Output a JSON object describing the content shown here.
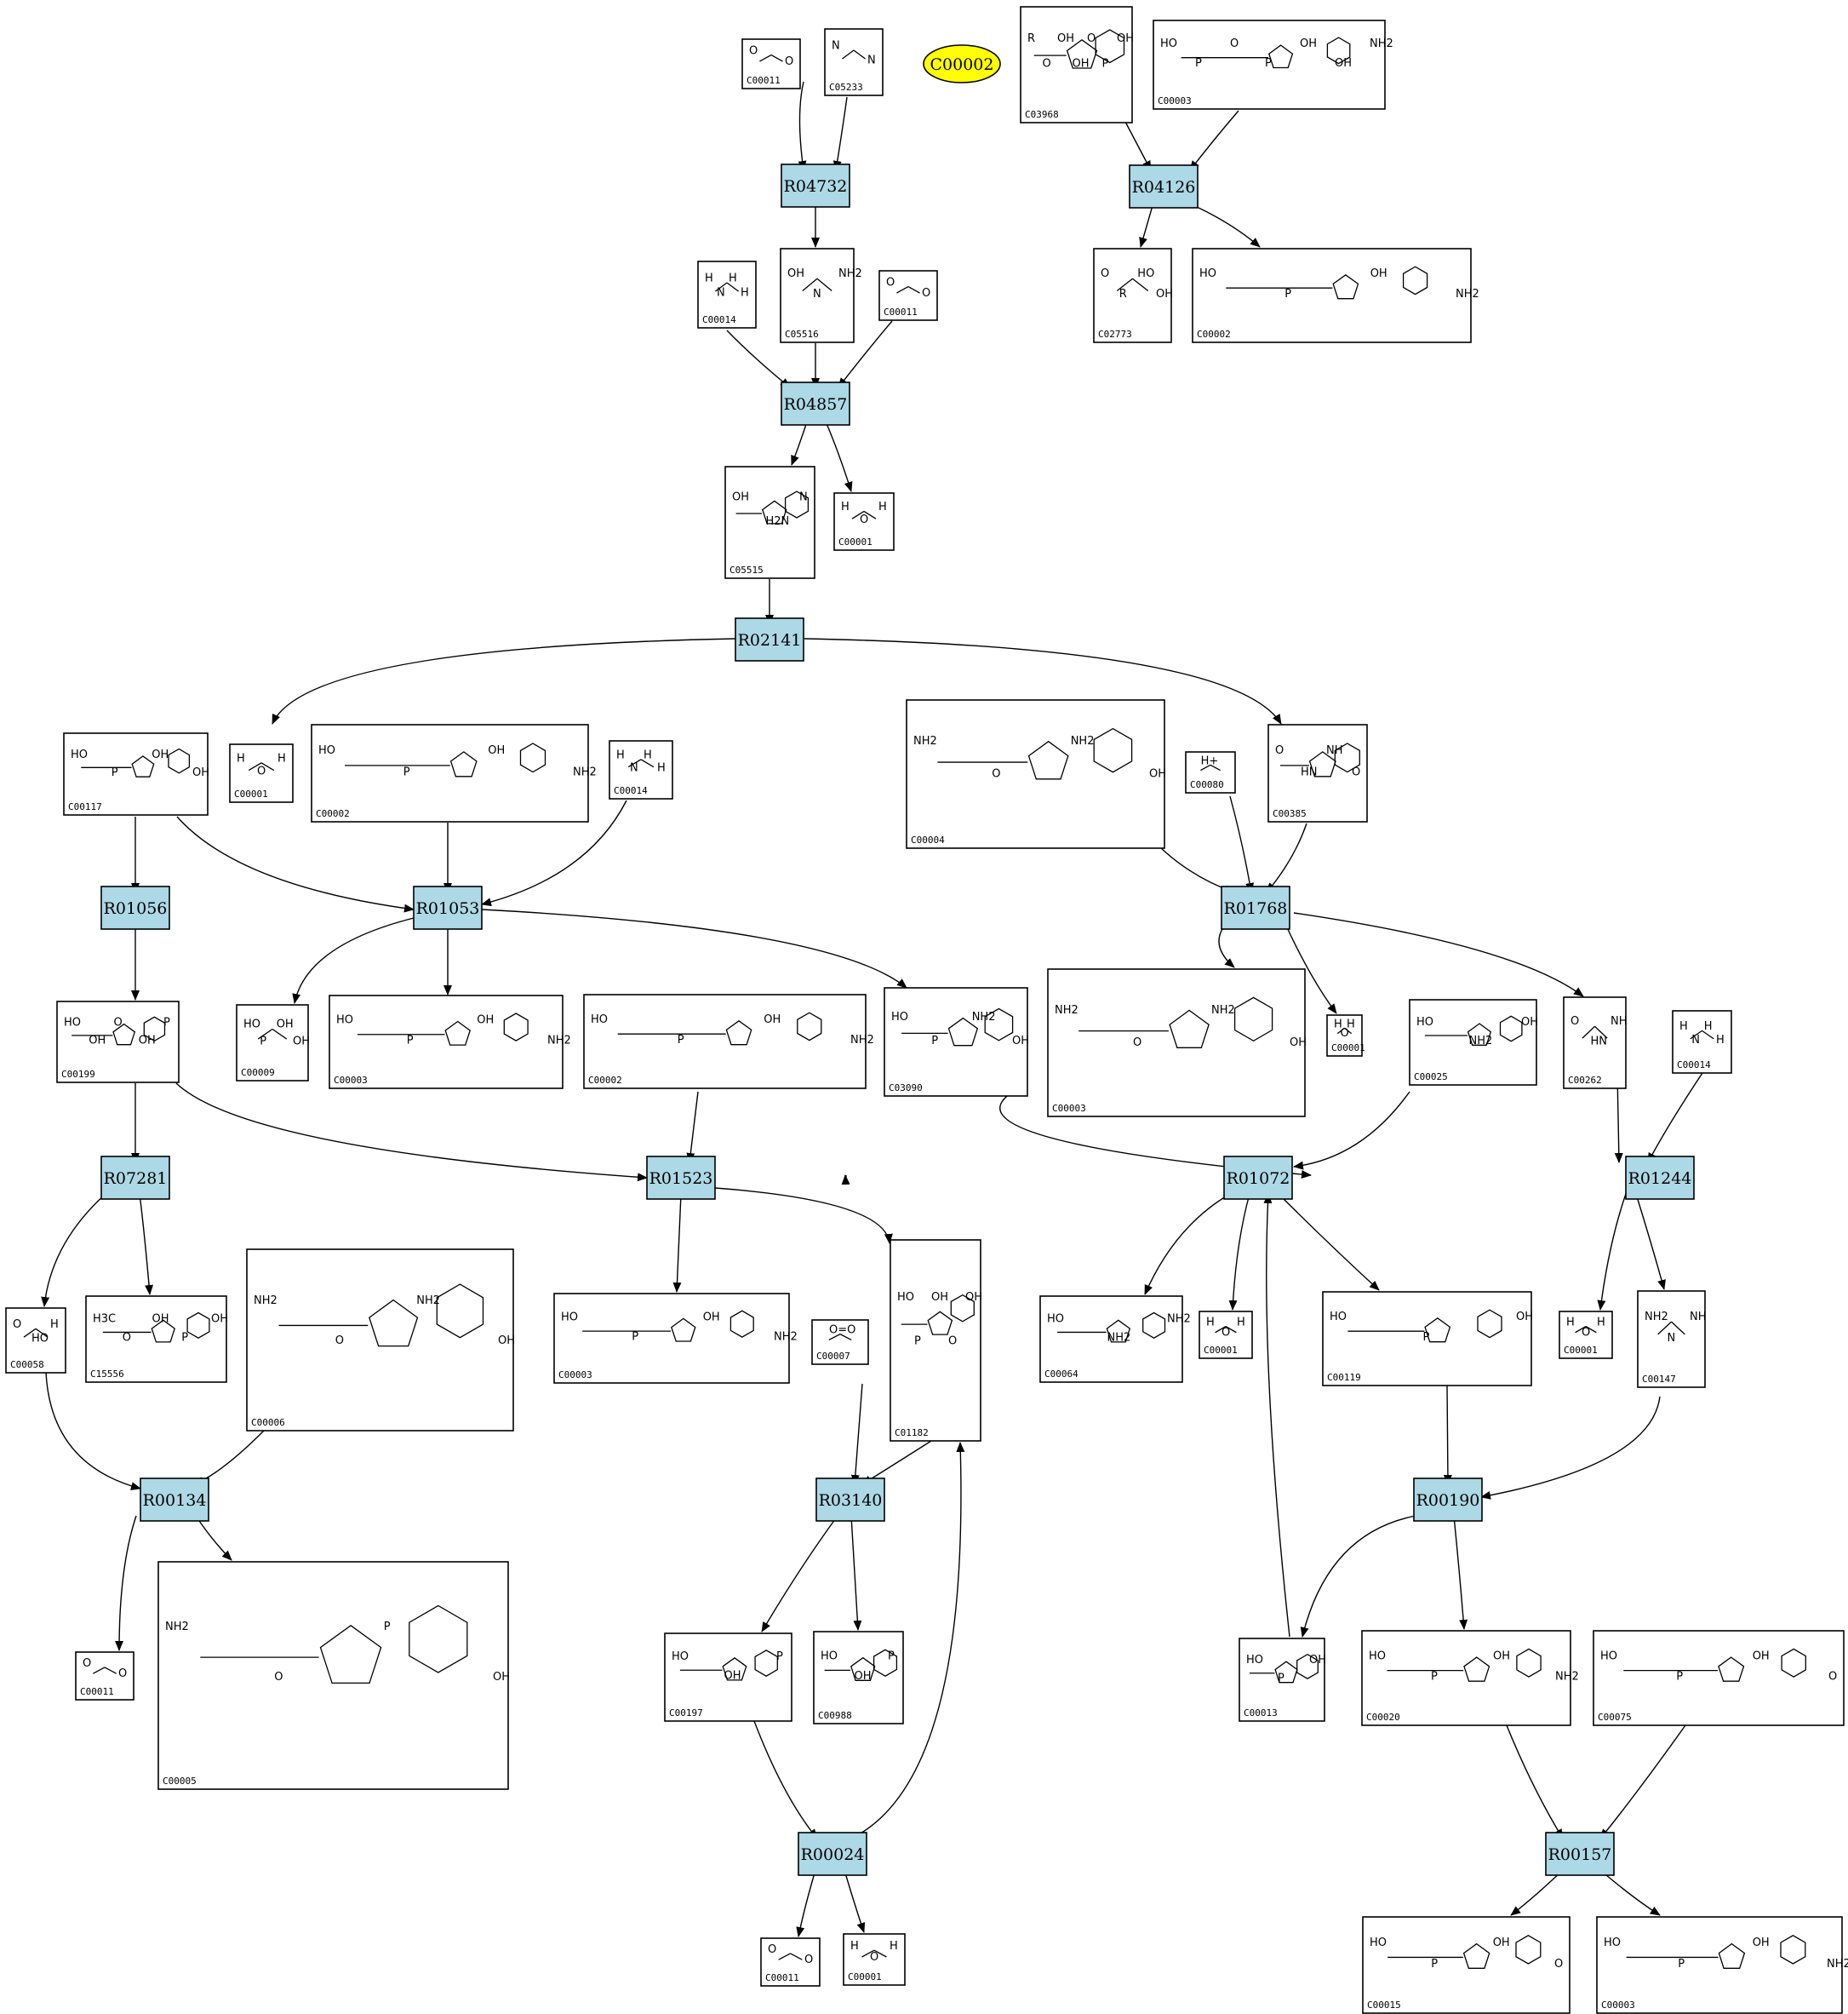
{
  "highlight": {
    "id": "C00002",
    "color": "#ffff00"
  },
  "colors": {
    "reaction_fill": "#add8e6",
    "compound_fill": "#ffffff",
    "edge": "#000000"
  },
  "reactions": [
    {
      "id": "R04732"
    },
    {
      "id": "R04126"
    },
    {
      "id": "R04857"
    },
    {
      "id": "R02141"
    },
    {
      "id": "R01056"
    },
    {
      "id": "R01053"
    },
    {
      "id": "R01768"
    },
    {
      "id": "R07281"
    },
    {
      "id": "R01523"
    },
    {
      "id": "R01072"
    },
    {
      "id": "R01244"
    },
    {
      "id": "R00134"
    },
    {
      "id": "R03140"
    },
    {
      "id": "R00190"
    },
    {
      "id": "R00024"
    },
    {
      "id": "R00157"
    }
  ],
  "compounds": [
    {
      "id": "C00011",
      "labels": [
        "O",
        "O"
      ]
    },
    {
      "id": "C05233",
      "labels": [
        "N",
        "N"
      ]
    },
    {
      "id": "C03968",
      "labels": [
        "R",
        "O",
        "OH",
        "OH",
        "O",
        "P",
        "OH"
      ]
    },
    {
      "id": "C00003",
      "labels": [
        "HO",
        "P",
        "O",
        "P",
        "OH",
        "OH",
        "NH2"
      ]
    },
    {
      "id": "C00014",
      "labels": [
        "H",
        "N",
        "H",
        "H"
      ]
    },
    {
      "id": "C05516",
      "labels": [
        "OH",
        "N",
        "NH2"
      ]
    },
    {
      "id": "C00011",
      "labels": [
        "O",
        "O"
      ]
    },
    {
      "id": "C02773",
      "labels": [
        "O",
        "R",
        "HO",
        "OH"
      ]
    },
    {
      "id": "C00002",
      "labels": [
        "HO",
        "P",
        "OH",
        "NH2"
      ]
    },
    {
      "id": "C05515",
      "labels": [
        "OH",
        "H2N",
        "N"
      ]
    },
    {
      "id": "C00001",
      "labels": [
        "H",
        "O",
        "H"
      ]
    },
    {
      "id": "C00117",
      "labels": [
        "HO",
        "P",
        "OH",
        "OH"
      ]
    },
    {
      "id": "C00001",
      "labels": [
        "H",
        "O",
        "H"
      ]
    },
    {
      "id": "C00002",
      "labels": [
        "HO",
        "P",
        "OH",
        "NH2"
      ]
    },
    {
      "id": "C00014",
      "labels": [
        "H",
        "N",
        "H",
        "H"
      ]
    },
    {
      "id": "C00004",
      "labels": [
        "NH2",
        "O",
        "NH2",
        "OH"
      ]
    },
    {
      "id": "C00080",
      "labels": [
        "H+"
      ]
    },
    {
      "id": "C00385",
      "labels": [
        "O",
        "HN",
        "NH",
        "O"
      ]
    },
    {
      "id": "C00199",
      "labels": [
        "HO",
        "OH",
        "O",
        "OH",
        "P"
      ]
    },
    {
      "id": "C00009",
      "labels": [
        "HO",
        "P",
        "OH",
        "OH"
      ]
    },
    {
      "id": "C00003",
      "labels": [
        "HO",
        "P",
        "OH",
        "NH2"
      ]
    },
    {
      "id": "C00002",
      "labels": [
        "HO",
        "P",
        "OH",
        "NH2"
      ]
    },
    {
      "id": "C03090",
      "labels": [
        "HO",
        "P",
        "NH2",
        "OH"
      ]
    },
    {
      "id": "C00003",
      "labels": [
        "NH2",
        "O",
        "NH2",
        "OH"
      ]
    },
    {
      "id": "C00001",
      "labels": [
        "H",
        "O",
        "H"
      ]
    },
    {
      "id": "C00025",
      "labels": [
        "HO",
        "NH2",
        "OH"
      ]
    },
    {
      "id": "C00262",
      "labels": [
        "O",
        "HN",
        "NH"
      ]
    },
    {
      "id": "C00014",
      "labels": [
        "H",
        "N",
        "H",
        "H"
      ]
    },
    {
      "id": "C00058",
      "labels": [
        "O",
        "HO",
        "H"
      ]
    },
    {
      "id": "C15556",
      "labels": [
        "H3C",
        "O",
        "OH",
        "P",
        "OH"
      ]
    },
    {
      "id": "C00006",
      "labels": [
        "NH2",
        "O",
        "NH2",
        "OH"
      ]
    },
    {
      "id": "C00003",
      "labels": [
        "HO",
        "P",
        "OH",
        "NH2"
      ]
    },
    {
      "id": "C00007",
      "labels": [
        "O=O"
      ]
    },
    {
      "id": "C01182",
      "labels": [
        "HO",
        "P",
        "OH",
        "O",
        "OH"
      ]
    },
    {
      "id": "C00064",
      "labels": [
        "HO",
        "NH2",
        "NH2"
      ]
    },
    {
      "id": "C00001",
      "labels": [
        "H",
        "O",
        "H"
      ]
    },
    {
      "id": "C00119",
      "labels": [
        "HO",
        "P",
        "OH"
      ]
    },
    {
      "id": "C00001",
      "labels": [
        "H",
        "O",
        "H"
      ]
    },
    {
      "id": "C00147",
      "labels": [
        "NH2",
        "N",
        "NH"
      ]
    },
    {
      "id": "C00011",
      "labels": [
        "O",
        "O"
      ]
    },
    {
      "id": "C00005",
      "labels": [
        "NH2",
        "O",
        "P",
        "OH"
      ]
    },
    {
      "id": "C00197",
      "labels": [
        "HO",
        "OH",
        "P"
      ]
    },
    {
      "id": "C00988",
      "labels": [
        "HO",
        "OH",
        "P"
      ]
    },
    {
      "id": "C00013",
      "labels": [
        "HO",
        "P",
        "OH"
      ]
    },
    {
      "id": "C00020",
      "labels": [
        "HO",
        "P",
        "OH",
        "NH2"
      ]
    },
    {
      "id": "C00075",
      "labels": [
        "HO",
        "P",
        "OH",
        "O"
      ]
    },
    {
      "id": "C00011",
      "labels": [
        "O",
        "O"
      ]
    },
    {
      "id": "C00001",
      "labels": [
        "H",
        "O",
        "H"
      ]
    },
    {
      "id": "C00015",
      "labels": [
        "HO",
        "P",
        "OH",
        "O"
      ]
    },
    {
      "id": "C00003",
      "labels": [
        "HO",
        "P",
        "OH",
        "NH2"
      ]
    }
  ]
}
